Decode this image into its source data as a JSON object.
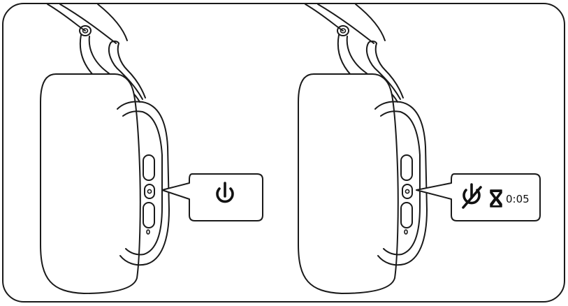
{
  "panels": [
    {
      "id": "power-on",
      "callout_icons": [
        "power-icon"
      ],
      "callout_text": ""
    },
    {
      "id": "power-off",
      "callout_icons": [
        "power-off-icon",
        "hourglass-icon"
      ],
      "callout_text": "0:05"
    }
  ],
  "colors": {
    "ink": "#1a1a1a",
    "background": "#ffffff"
  }
}
